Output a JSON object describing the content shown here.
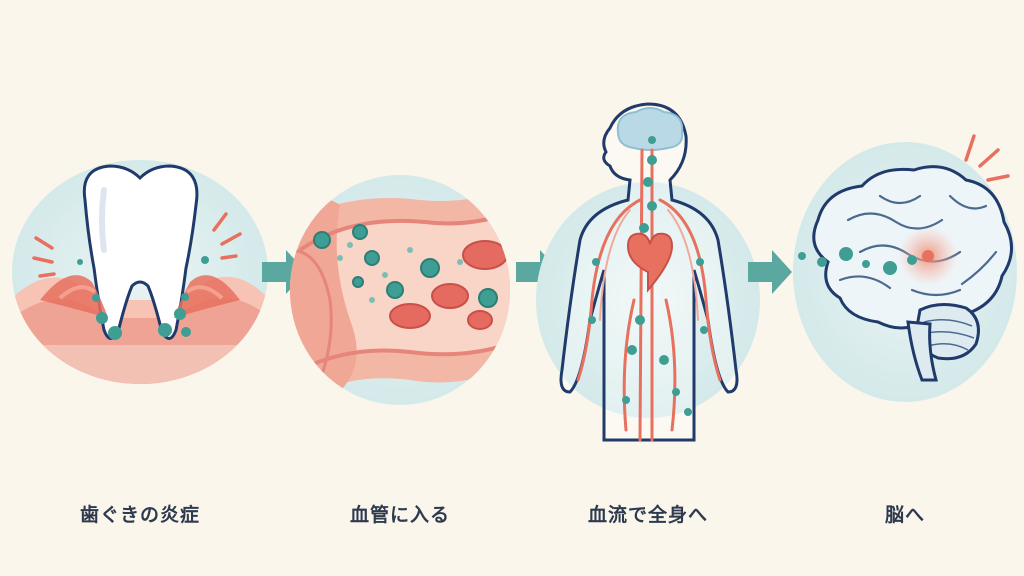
{
  "steps": [
    {
      "label": "歯ぐきの炎症",
      "icon": "tooth-gum-inflammation-icon"
    },
    {
      "label": "血管に入る",
      "icon": "blood-vessel-bacteria-icon"
    },
    {
      "label": "血流で全身へ",
      "icon": "body-circulation-icon"
    },
    {
      "label": "脳へ",
      "icon": "brain-icon"
    }
  ],
  "colors": {
    "background": "#FBF6EC",
    "circle": "#DCEDEE",
    "arrow": "#5AA8A0",
    "bacteria": "#3E9E94",
    "inflammation": "#E8705E",
    "outline": "#1F3A6B",
    "gum": "#F2A89A",
    "text": "#2E3B4E"
  }
}
